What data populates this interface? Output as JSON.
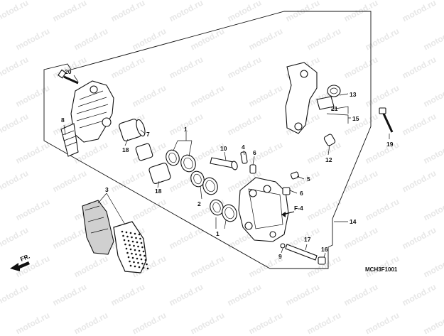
{
  "watermark": "motod.ru",
  "diagram_code": "MCH3F1001",
  "front_arrow": {
    "label": "FR.",
    "icon": "front-direction-arrow-icon"
  },
  "reference": "F-4",
  "callouts": {
    "c20": "20",
    "c8": "8",
    "c7": "7",
    "c18a": "18",
    "c18b": "18",
    "c1a": "1",
    "c1b": "1",
    "c2": "2",
    "c3": "3",
    "c10": "10",
    "c4": "4",
    "c6a": "6",
    "c6b": "6",
    "c5": "5",
    "c13": "13",
    "c21": "21",
    "c15": "15",
    "c12": "12",
    "c19": "19",
    "c14": "14",
    "c17": "17",
    "c16": "16",
    "c9": "9"
  },
  "colors": {
    "line": "#111111",
    "watermark": "#e7e7e7",
    "pad_fill": "#d0d0d0"
  }
}
